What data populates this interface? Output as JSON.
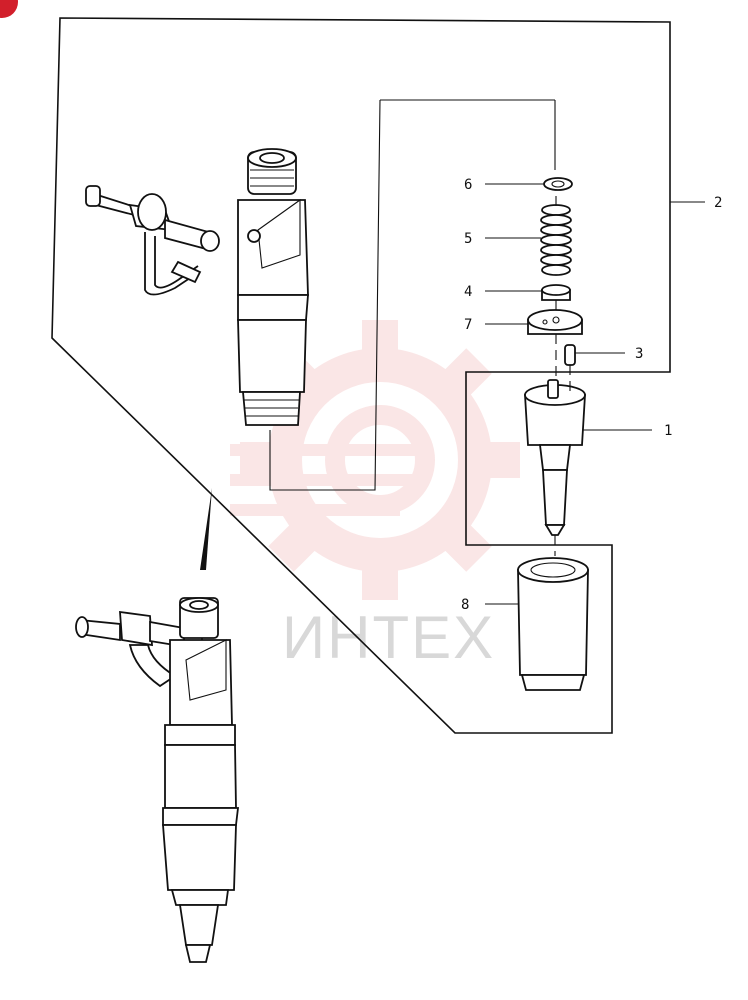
{
  "diagram": {
    "callouts": [
      {
        "id": "6",
        "label": "6"
      },
      {
        "id": "5",
        "label": "5"
      },
      {
        "id": "4",
        "label": "4"
      },
      {
        "id": "7",
        "label": "7"
      },
      {
        "id": "3",
        "label": "3"
      },
      {
        "id": "2",
        "label": "2"
      },
      {
        "id": "1",
        "label": "1"
      },
      {
        "id": "8",
        "label": "8"
      }
    ],
    "watermark": {
      "text": "ИНТЕХ",
      "color": "#f2b8b8"
    },
    "corner_badge_color": "#d21f2b"
  }
}
